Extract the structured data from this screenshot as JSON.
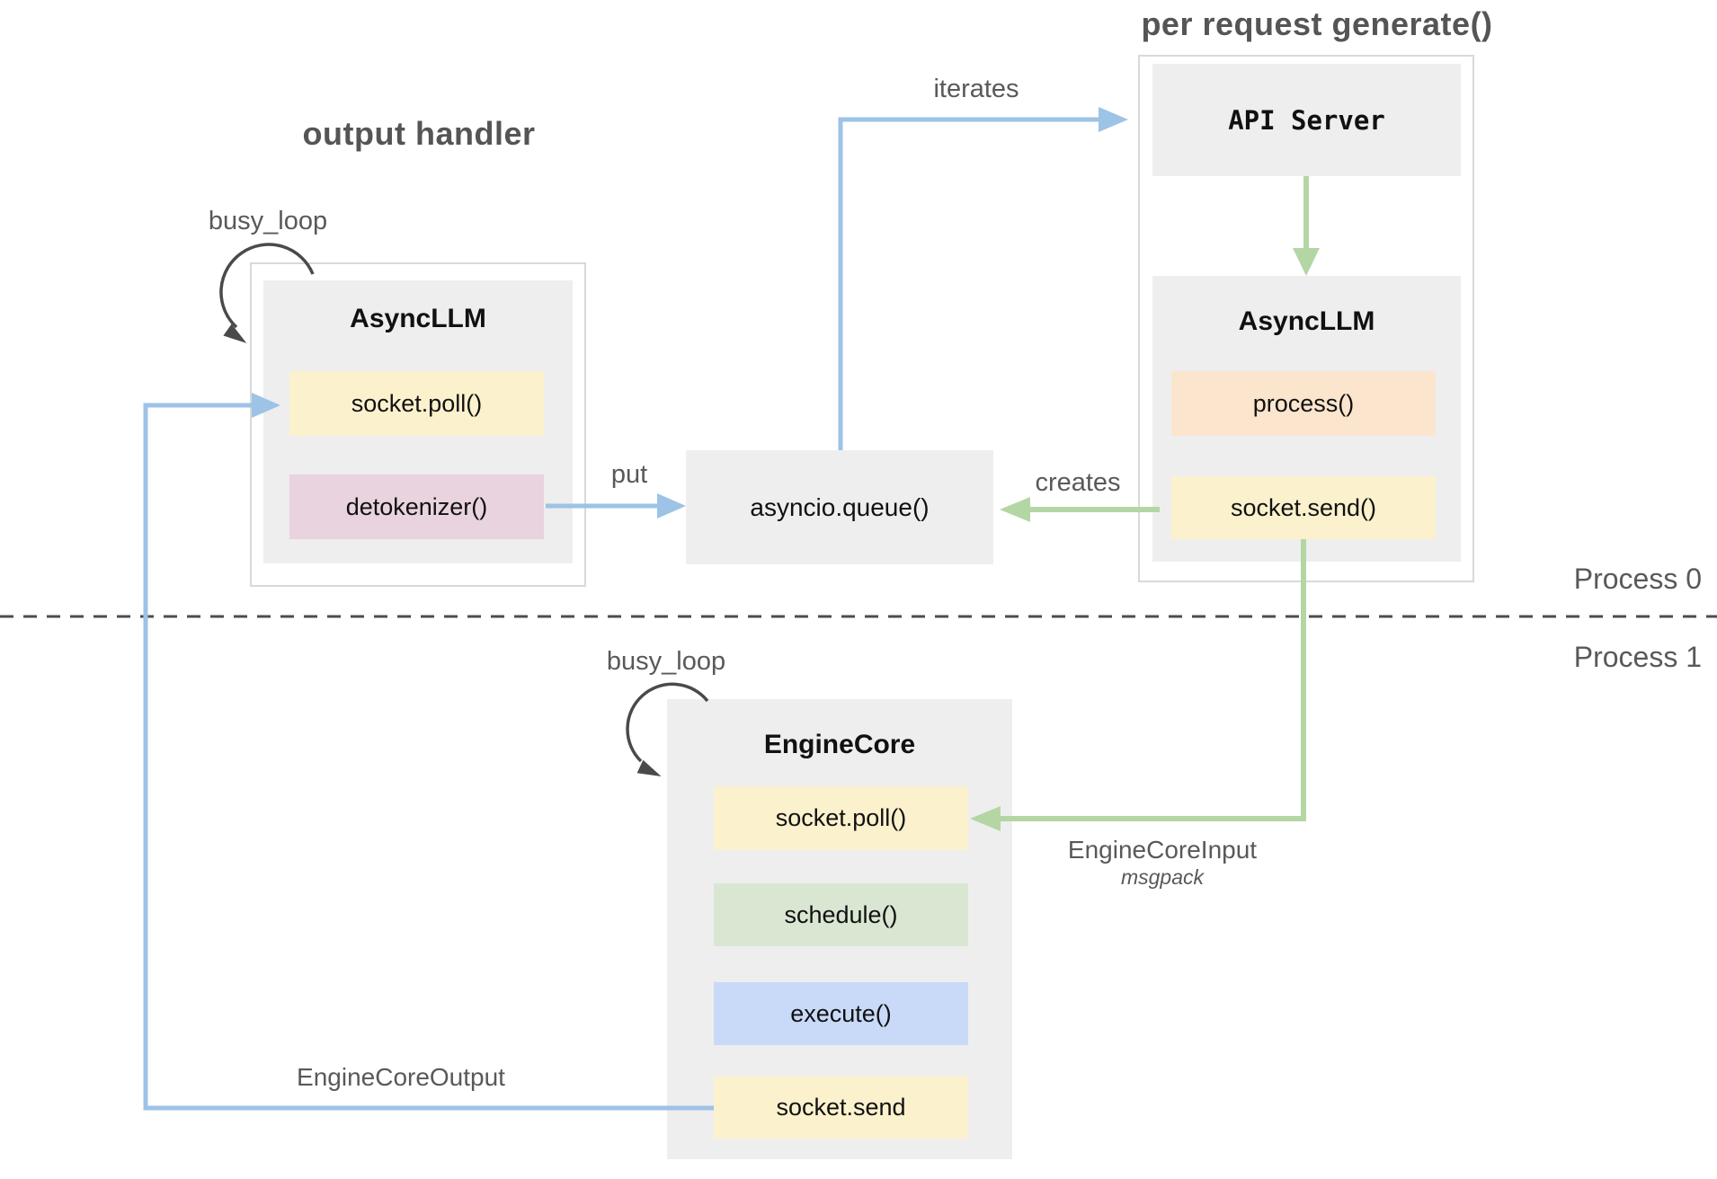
{
  "colors": {
    "canvas_bg": "#ffffff",
    "container_border": "#d9d9d9",
    "node_bg": "#eeeeee",
    "chip_yellow": "#fbf1cd",
    "chip_orange": "#fbe5cd",
    "chip_pink": "#e9d3de",
    "chip_green": "#d9e7d2",
    "chip_blue": "#c9daf8",
    "arrow_blue": "#9dc3e6",
    "arrow_green": "#b4d6a4",
    "loop_arrow": "#4a4a4a",
    "divider": "#4d4d4d",
    "label_text": "#595959",
    "section_title_text": "#555555",
    "chip_text": "#111111",
    "node_title_text": "#111111"
  },
  "sections": {
    "output_handler_title": "output handler",
    "per_request_title": "per request generate()",
    "process0_label": "Process 0",
    "process1_label": "Process 1"
  },
  "labels": {
    "busy_loop_top": "busy_loop",
    "busy_loop_bottom": "busy_loop",
    "iterates": "iterates",
    "put": "put",
    "creates": "creates",
    "engine_core_input": "EngineCoreInput",
    "engine_core_input_format": "msgpack",
    "engine_core_output": "EngineCoreOutput"
  },
  "nodes": {
    "api_server": {
      "title": "API Server"
    },
    "async_llm_request": {
      "title": "AsyncLLM",
      "methods": {
        "process": "process()",
        "socket_send": "socket.send()"
      }
    },
    "async_llm_output": {
      "title": "AsyncLLM",
      "methods": {
        "socket_poll": "socket.poll()",
        "detokenizer": "detokenizer()"
      }
    },
    "asyncio_queue": {
      "title": "asyncio.queue()"
    },
    "engine_core": {
      "title": "EngineCore",
      "methods": {
        "socket_poll": "socket.poll()",
        "schedule": "schedule()",
        "execute": "execute()",
        "socket_send": "socket.send"
      }
    }
  }
}
